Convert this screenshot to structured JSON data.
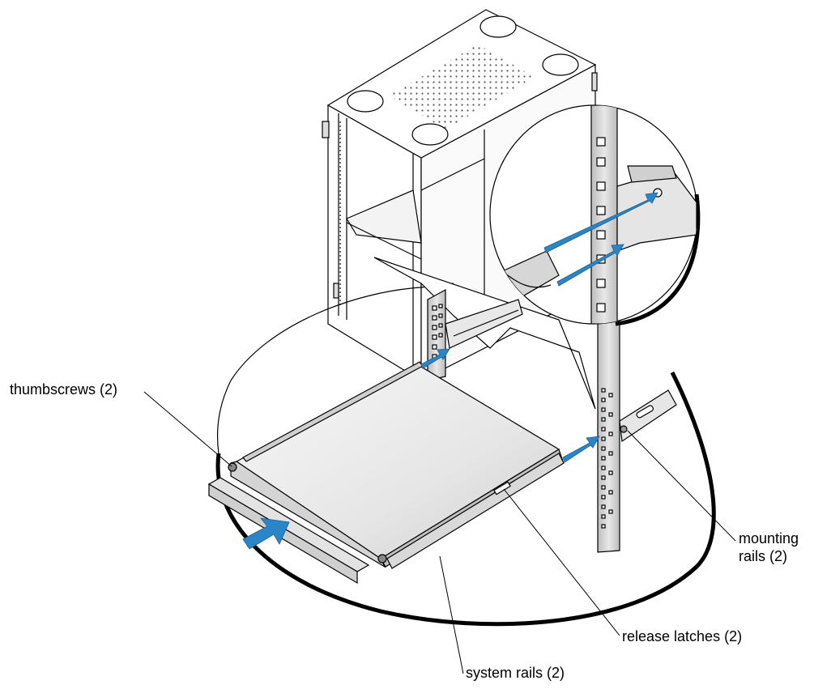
{
  "callouts": {
    "thumbscrews": "thumbscrews (2)",
    "mounting_line1": "mounting",
    "mounting_line2": "rails (2)",
    "release_latches": "release latches (2)",
    "system_rails": "system rails (2)"
  },
  "colors": {
    "line": "#000000",
    "arrow_blue": "#2a86c8",
    "rack_gray": "#d8d8d8",
    "chassis_light": "#eeeeee"
  }
}
